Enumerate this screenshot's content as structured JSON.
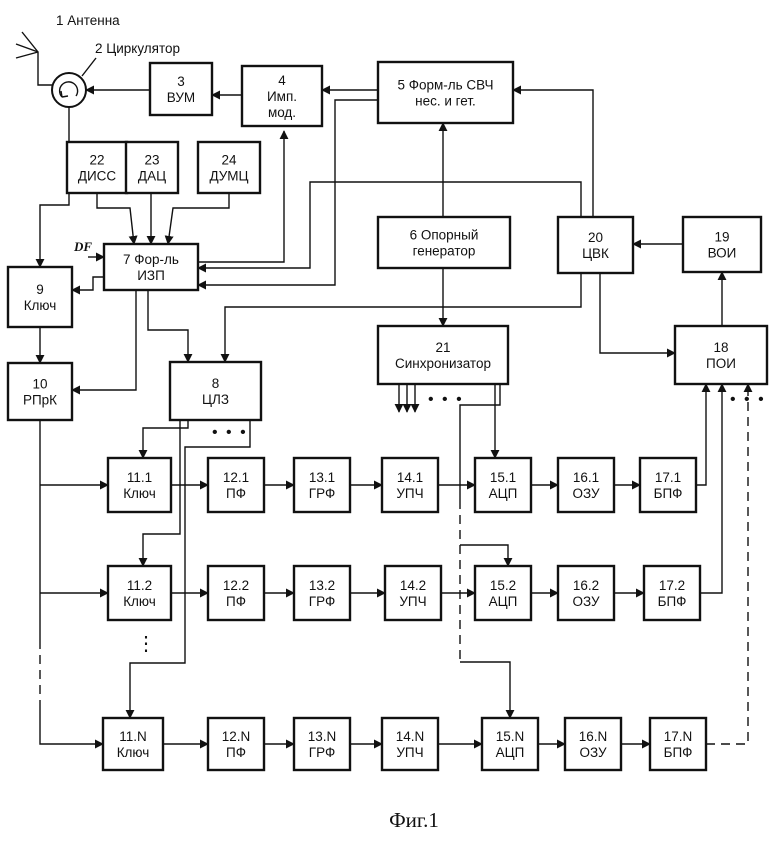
{
  "labels": {
    "antenna": "1 Антенна",
    "circulator": "2 Циркулятор",
    "df": "DF",
    "dots": "• • •",
    "vdots": "⋮",
    "caption": "Фиг.1"
  },
  "blocks": {
    "b3": [
      "3",
      "ВУМ"
    ],
    "b4": [
      "4",
      "Имп.",
      "мод."
    ],
    "b5": [
      "5 Форм-ль СВЧ",
      "нес. и гет."
    ],
    "b22": [
      "22",
      "ДИСС"
    ],
    "b23": [
      "23",
      "ДАЦ"
    ],
    "b24": [
      "24",
      "ДУМЦ"
    ],
    "b6": [
      "6  Опорный",
      "генератор"
    ],
    "b20": [
      "20",
      "ЦВК"
    ],
    "b19": [
      "19",
      "ВОИ"
    ],
    "b7": [
      "7 Фор-ль",
      "ИЗП"
    ],
    "b9": [
      "9",
      "Ключ"
    ],
    "b21": [
      "21",
      "Синхронизатор"
    ],
    "b18": [
      "18",
      "ПОИ"
    ],
    "b10": [
      "10",
      "РПрК"
    ],
    "b8": [
      "8",
      "ЦЛЗ"
    ],
    "r1": {
      "c11": [
        "11.1",
        "Ключ"
      ],
      "c12": [
        "12.1",
        "ПФ"
      ],
      "c13": [
        "13.1",
        "ГРФ"
      ],
      "c14": [
        "14.1",
        "УПЧ"
      ],
      "c15": [
        "15.1",
        "АЦП"
      ],
      "c16": [
        "16.1",
        "ОЗУ"
      ],
      "c17": [
        "17.1",
        "БПФ"
      ]
    },
    "r2": {
      "c11": [
        "11.2",
        "Ключ"
      ],
      "c12": [
        "12.2",
        "ПФ"
      ],
      "c13": [
        "13.2",
        "ГРФ"
      ],
      "c14": [
        "14.2",
        "УПЧ"
      ],
      "c15": [
        "15.2",
        "АЦП"
      ],
      "c16": [
        "16.2",
        "ОЗУ"
      ],
      "c17": [
        "17.2",
        "БПФ"
      ]
    },
    "rN": {
      "c11": [
        "11.N",
        "Ключ"
      ],
      "c12": [
        "12.N",
        "ПФ"
      ],
      "c13": [
        "13.N",
        "ГРФ"
      ],
      "c14": [
        "14.N",
        "УПЧ"
      ],
      "c15": [
        "15.N",
        "АЦП"
      ],
      "c16": [
        "16.N",
        "ОЗУ"
      ],
      "c17": [
        "17.N",
        "БПФ"
      ]
    }
  }
}
